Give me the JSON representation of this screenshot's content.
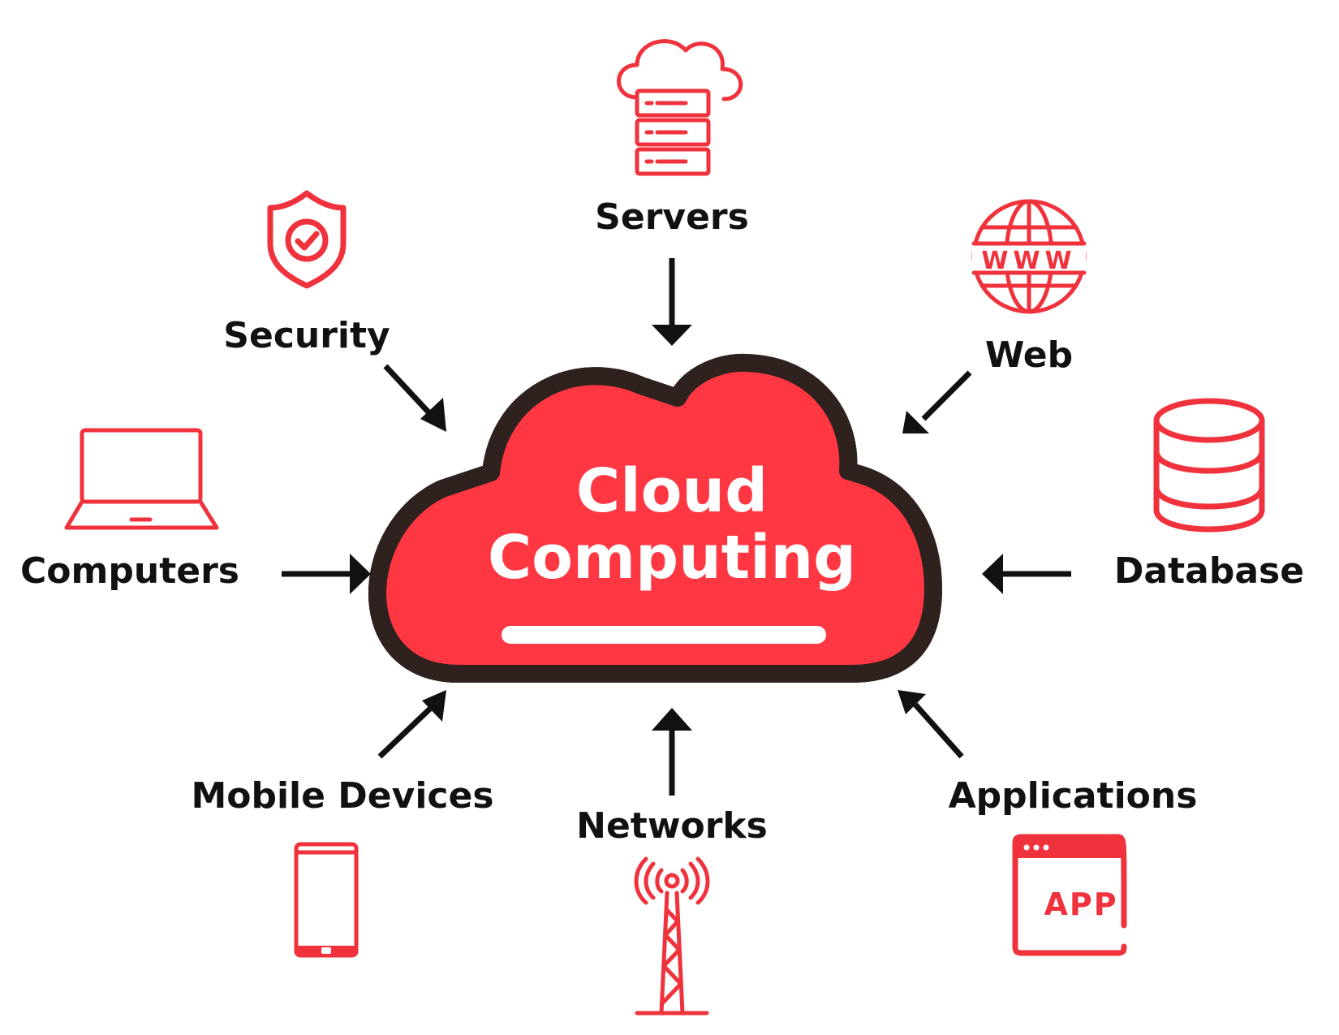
{
  "center": {
    "line1": "Cloud",
    "line2": "Computing"
  },
  "nodes": {
    "servers": "Servers",
    "security": "Security",
    "web": "Web",
    "computers": "Computers",
    "database": "Database",
    "mobile": "Mobile Devices",
    "networks": "Networks",
    "applications": "Applications"
  },
  "icons": {
    "web_text": "WWW",
    "app_text": "APP"
  },
  "colors": {
    "accent": "#f0323c",
    "cloud_light": "#ff5a5f",
    "cloud_dark": "#ff3742",
    "cloud_outline": "#2e211e",
    "arrow": "#111111"
  }
}
